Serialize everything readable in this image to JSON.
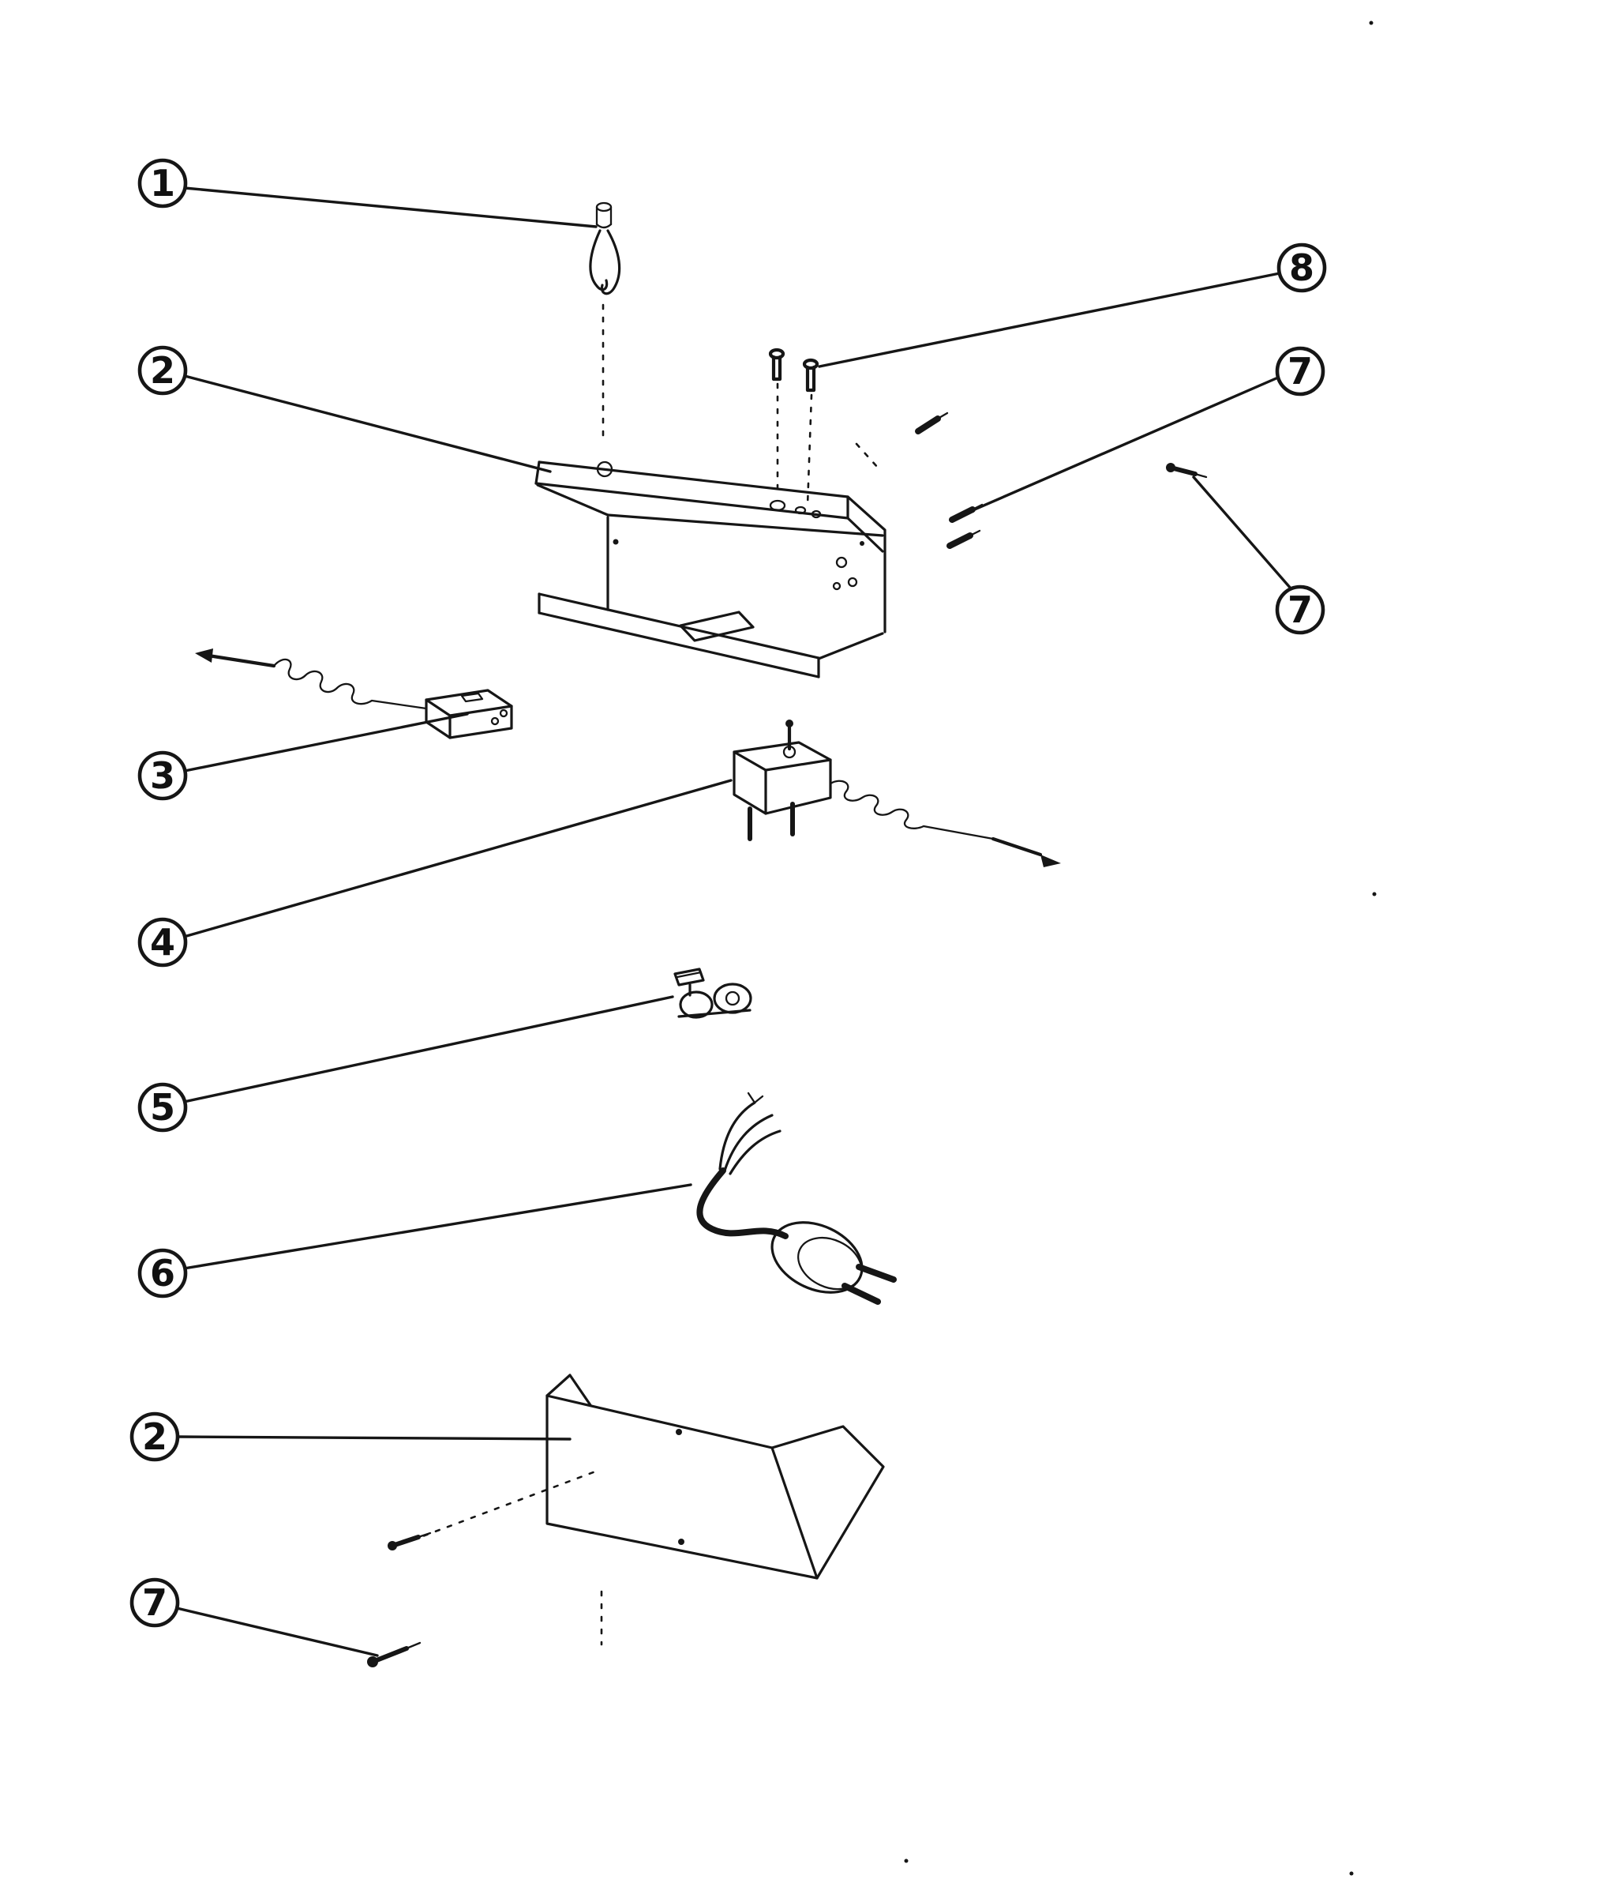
{
  "figure": {
    "type": "exploded-parts-diagram",
    "background_color": "#ffffff",
    "line_color": "#161616",
    "callouts": [
      {
        "label": "1",
        "part": "starter-lamp-with-leads"
      },
      {
        "label": "2",
        "part": "mounting-bracket-channel"
      },
      {
        "label": "8",
        "part": "machine-screws"
      },
      {
        "label": "7",
        "part": "drive-screws-right"
      },
      {
        "label": "7",
        "part": "drive-screw-far-right"
      },
      {
        "label": "3",
        "part": "switch-with-lead-wire"
      },
      {
        "label": "4",
        "part": "thermostat-with-lead-wire"
      },
      {
        "label": "5",
        "part": "cord-clamp"
      },
      {
        "label": "6",
        "part": "power-cord-with-plug"
      },
      {
        "label": "2",
        "part": "cover-housing"
      },
      {
        "label": "7",
        "part": "drive-screw-bottom"
      }
    ]
  }
}
